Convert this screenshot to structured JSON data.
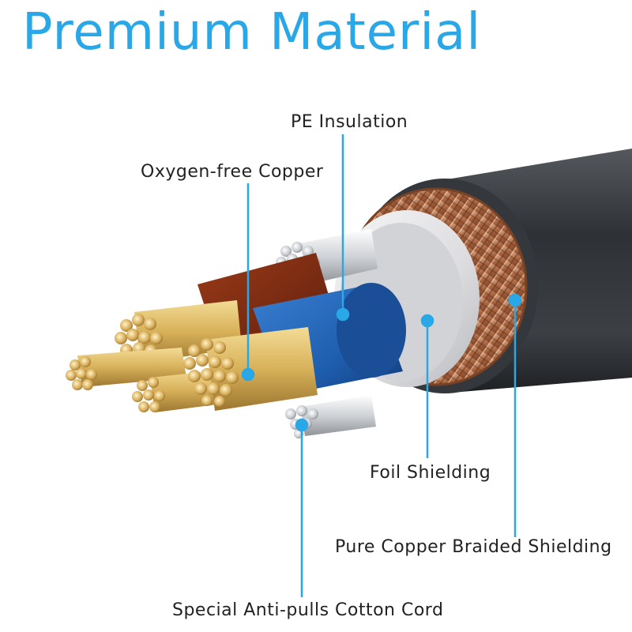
{
  "title": "Premium Material",
  "colors": {
    "accent": "#2aa7e6",
    "jacket": "#3a3d41",
    "insulation_blue": "#1f5fb0",
    "insulation_red": "#7a2a12",
    "foil": "#e8e8ea",
    "braid": "#b87a5a",
    "copper": "#d9b45a"
  },
  "labels": {
    "pe_insulation": "PE Insulation",
    "oxygen_free_copper": "Oxygen-free Copper",
    "foil_shielding": "Foil Shielding",
    "braided_shielding": "Pure Copper Braided Shielding",
    "cotton_cord": "Special Anti-pulls Cotton Cord"
  }
}
